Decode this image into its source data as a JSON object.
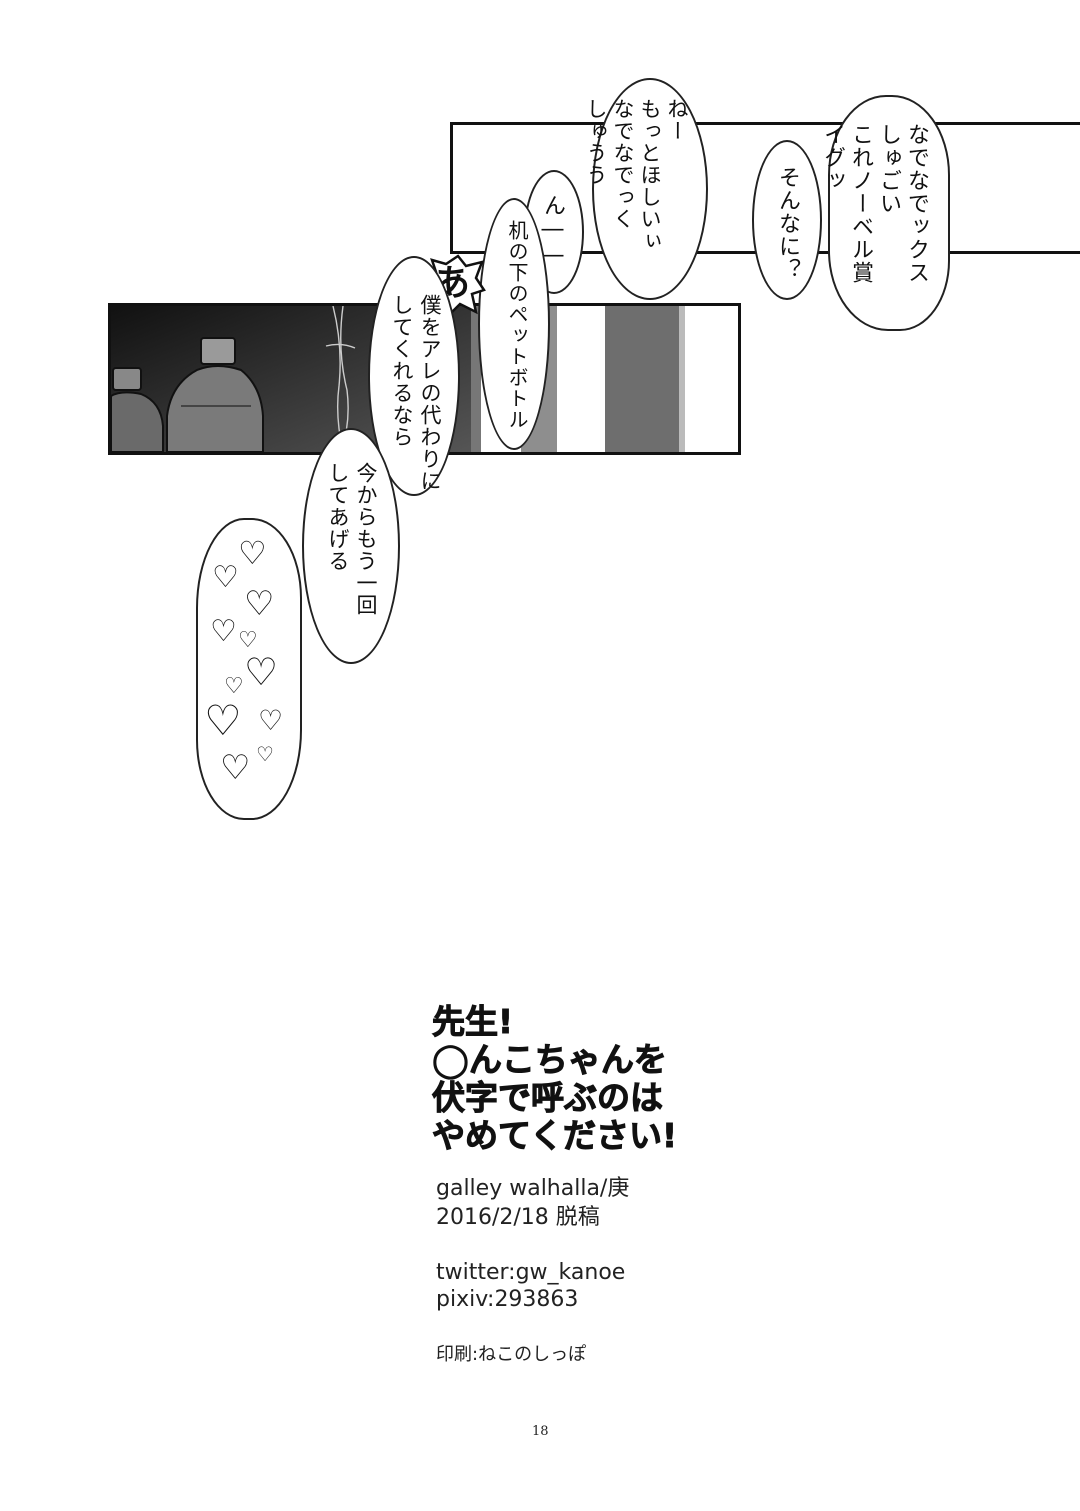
{
  "bubbles": {
    "nadenade": "なでなでックス\nしゅごい\nこれノーベル賞\nイグッ",
    "sonnani": "そんなに？",
    "nee": "ねー\nもっとほしいぃ\nなでなでっく\nしゅうう",
    "n": "ん――",
    "tsukue": "机の下のペットボトル",
    "a": "あ",
    "boku": "僕をアレの代わりに\nしてくれるなら",
    "imakara": "今からもう一回\nしてあげる"
  },
  "hearts": [
    "♡",
    "♡",
    "♡",
    "♡",
    "♡",
    "♡",
    "♡",
    "♡",
    "♡",
    "♡",
    "♡"
  ],
  "colophon": {
    "title_lines": [
      "先生!",
      "◯んこちゃんを",
      "伏字で呼ぶのは",
      "やめてください!"
    ],
    "circle": "galley walhalla/庚",
    "date": "2016/2/18 脱稿",
    "twitter": "twitter:gw_kanoe",
    "pixiv": "pixiv:293863",
    "printer": "印刷:ねこのしっぽ"
  },
  "page_number": "18"
}
